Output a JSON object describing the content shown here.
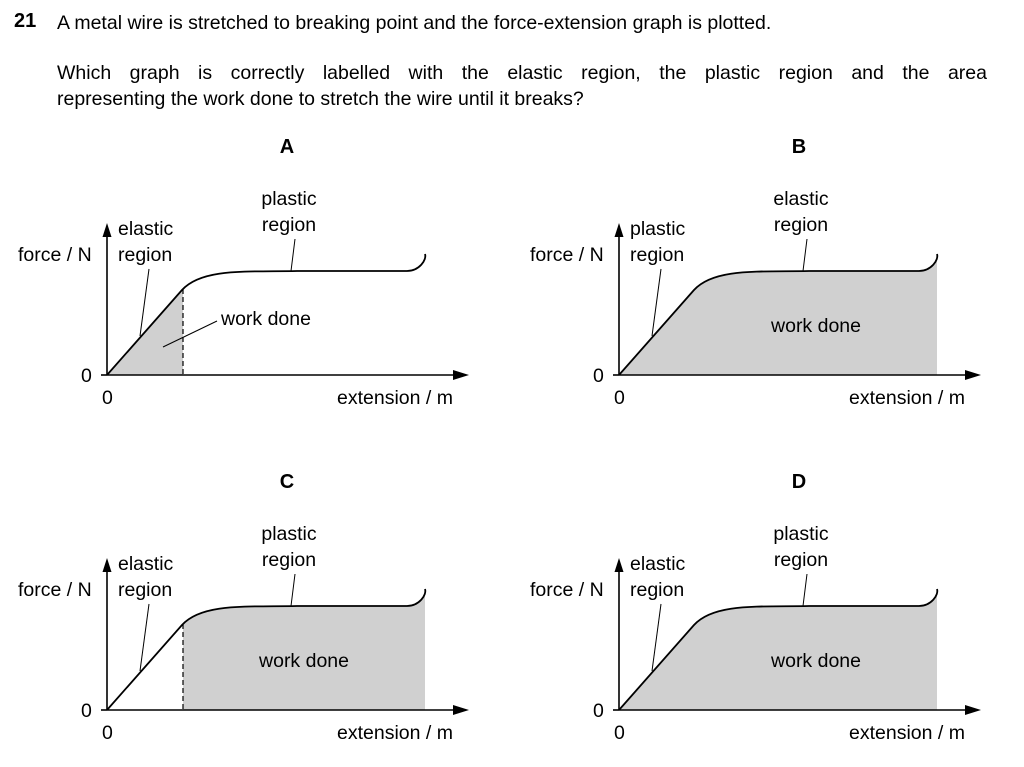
{
  "question": {
    "number": "21",
    "stem_line1": "A metal wire is stretched to breaking point and the force-extension graph is plotted.",
    "stem_line2": "Which graph is correctly labelled with the elastic region, the plastic region and the area",
    "stem_line3": "representing the work done to stretch the wire until it breaks?"
  },
  "options": [
    {
      "letter": "A",
      "left_label": [
        "elastic",
        "region"
      ],
      "top_label": [
        "plastic",
        "region"
      ],
      "shaded": "elastic",
      "work_label": "work done"
    },
    {
      "letter": "B",
      "left_label": [
        "plastic",
        "region"
      ],
      "top_label": [
        "elastic",
        "region"
      ],
      "shaded": "all",
      "work_label": "work done"
    },
    {
      "letter": "C",
      "left_label": [
        "elastic",
        "region"
      ],
      "top_label": [
        "plastic",
        "region"
      ],
      "shaded": "plastic",
      "work_label": "work done"
    },
    {
      "letter": "D",
      "left_label": [
        "elastic",
        "region"
      ],
      "top_label": [
        "plastic",
        "region"
      ],
      "shaded": "all",
      "work_label": "work done"
    }
  ],
  "axes": {
    "y_label": "force / N",
    "x_label": "extension / m",
    "origin_y": "0",
    "origin_x": "0"
  },
  "colors": {
    "shade": "#d0d0d0",
    "line": "#000000"
  }
}
